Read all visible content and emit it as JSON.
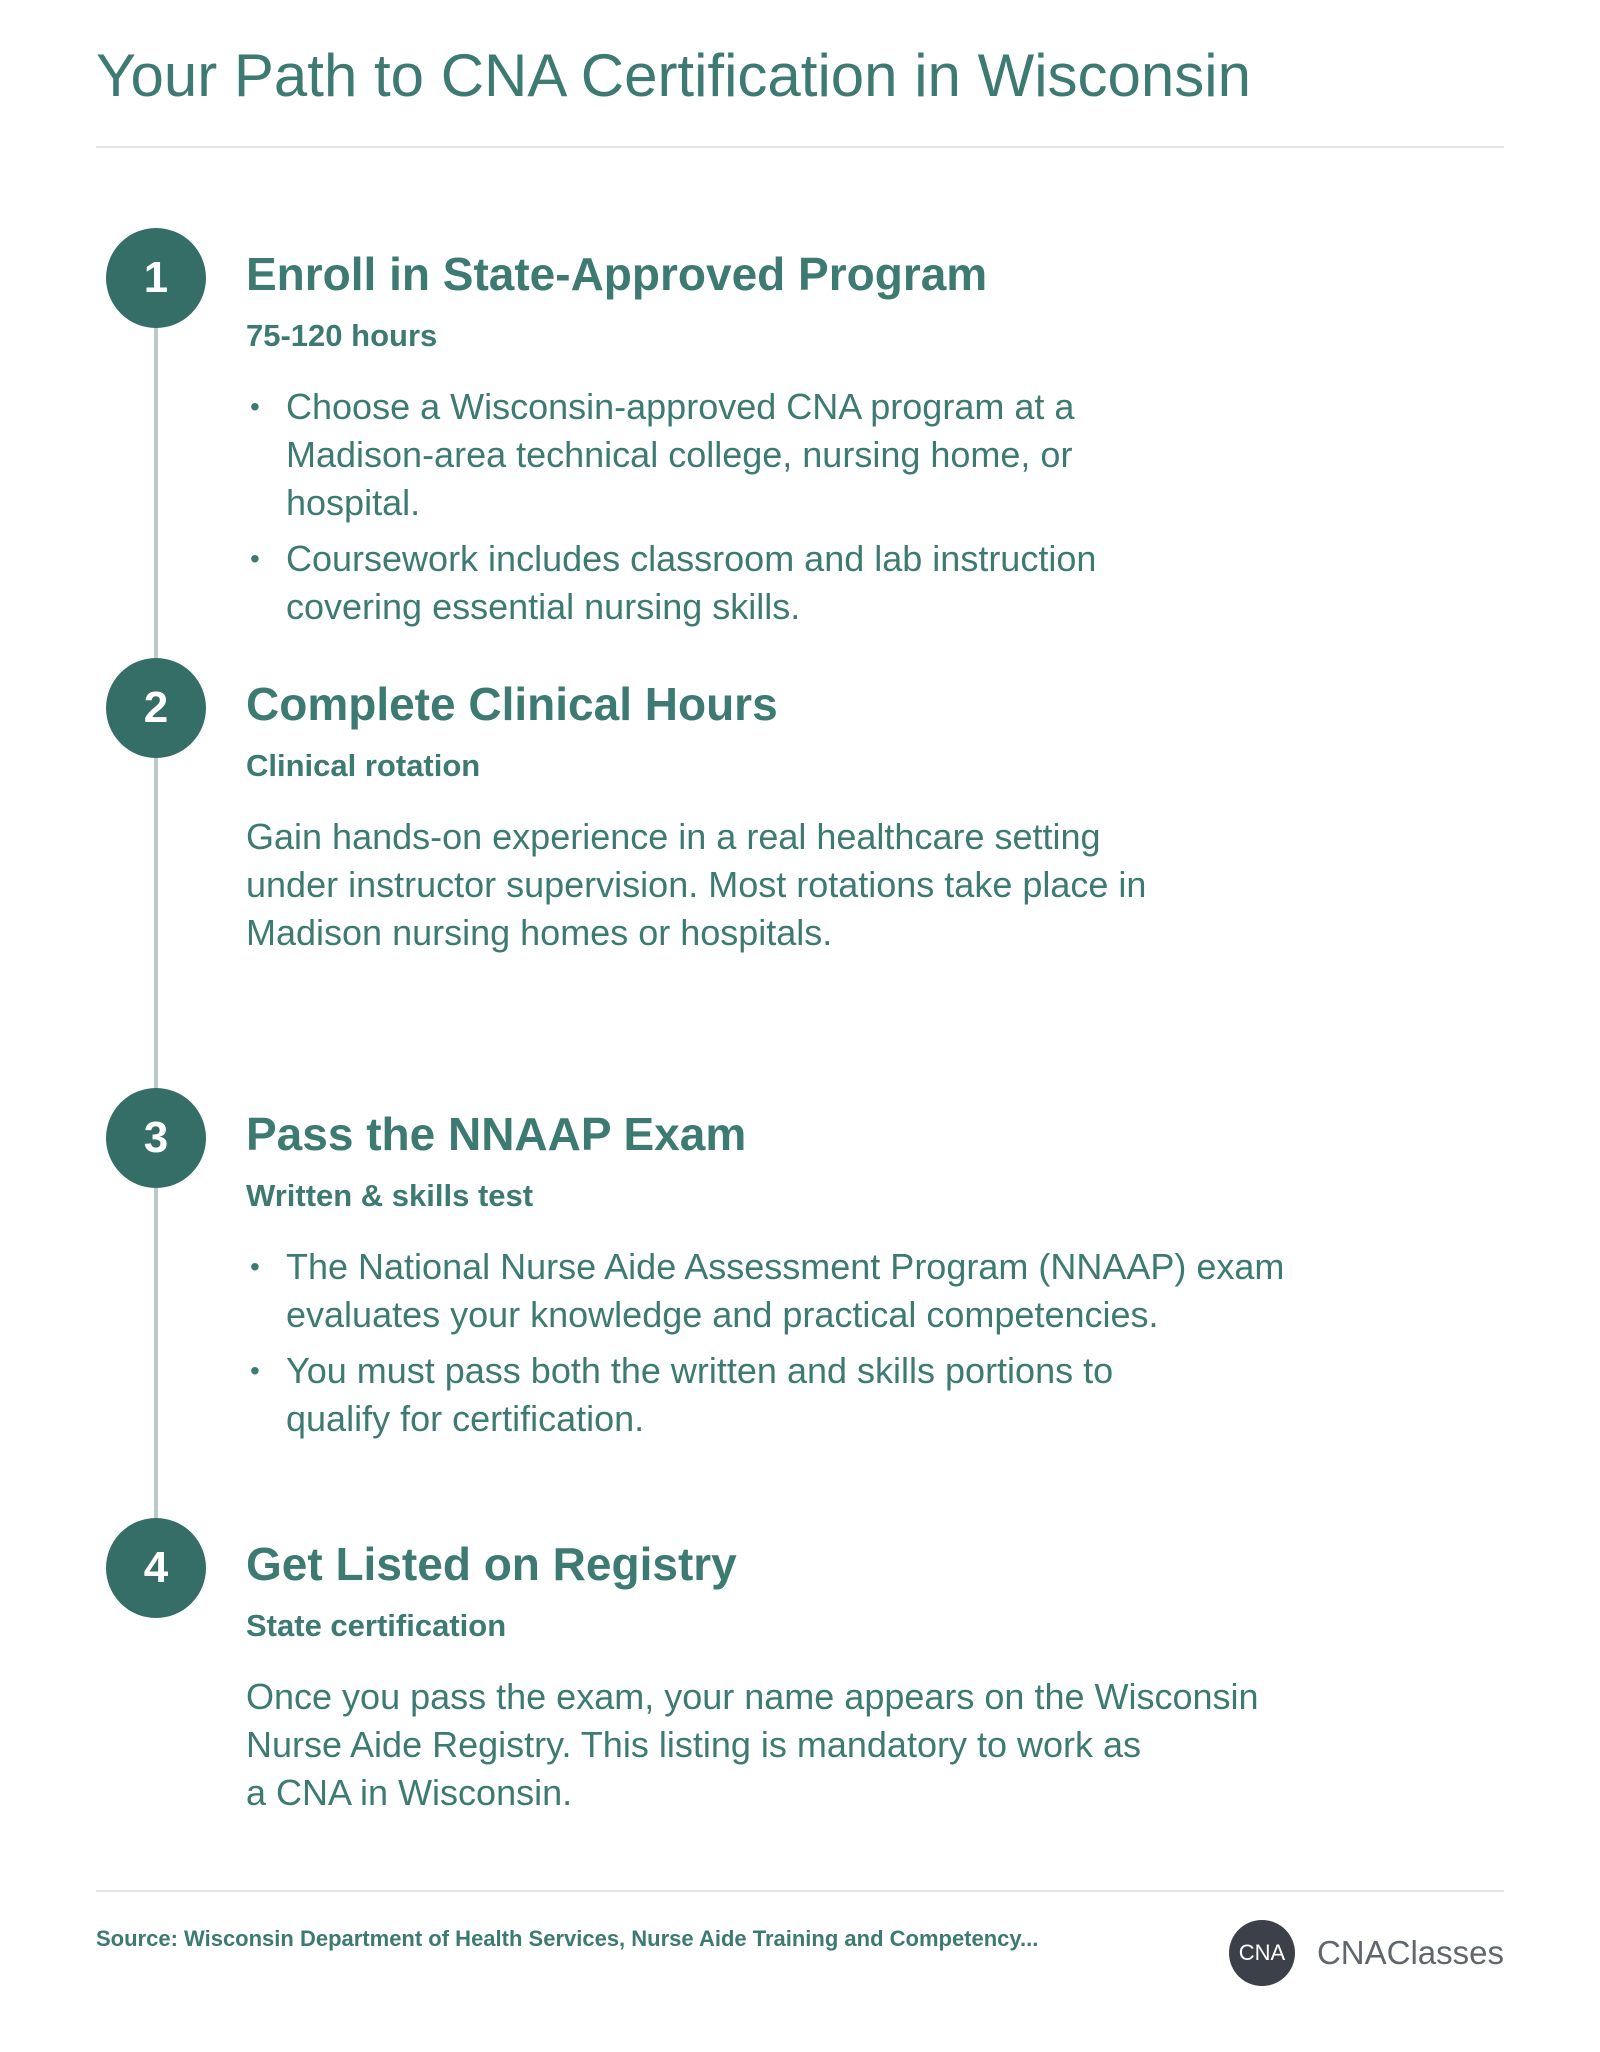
{
  "title": "Your Path to CNA Certification in Wisconsin",
  "steps": [
    {
      "number": "1",
      "title": "Enroll in State-Approved Program",
      "subtitle": "75-120 hours",
      "bullets": [
        [
          "Choose a Wisconsin-approved CNA program at a",
          "Madison-area technical college, nursing home, or",
          "hospital."
        ],
        [
          "Coursework includes classroom and lab instruction",
          "covering essential nursing skills."
        ]
      ]
    },
    {
      "number": "2",
      "title": "Complete Clinical Hours",
      "subtitle": "Clinical rotation",
      "paragraph": [
        "Gain hands-on experience in a real healthcare setting",
        "under instructor supervision. Most rotations take place in",
        "Madison nursing homes or hospitals."
      ]
    },
    {
      "number": "3",
      "title": "Pass the NNAAP Exam",
      "subtitle": "Written & skills test",
      "bullets": [
        [
          "The National Nurse Aide Assessment Program (NNAAP) exam",
          "evaluates your knowledge and practical competencies."
        ],
        [
          "You must pass both the written and skills portions to",
          "qualify for certification."
        ]
      ]
    },
    {
      "number": "4",
      "title": "Get Listed on Registry",
      "subtitle": "State certification",
      "paragraph": [
        "Once you pass the exam, your name appears on the Wisconsin",
        "Nurse Aide Registry. This listing is mandatory to work as",
        "a CNA in Wisconsin."
      ]
    }
  ],
  "bullet_glyph": "•",
  "footer": {
    "source": "Source: Wisconsin Department of Health Services, Nurse Aide Training and Competency...",
    "logo_text": "CNA",
    "brand_name": "CNAClasses"
  },
  "colors": {
    "primary": "#3d7a71",
    "circle": "#356e67",
    "timeline": "#b9cac9",
    "logo": "#3b4049"
  }
}
